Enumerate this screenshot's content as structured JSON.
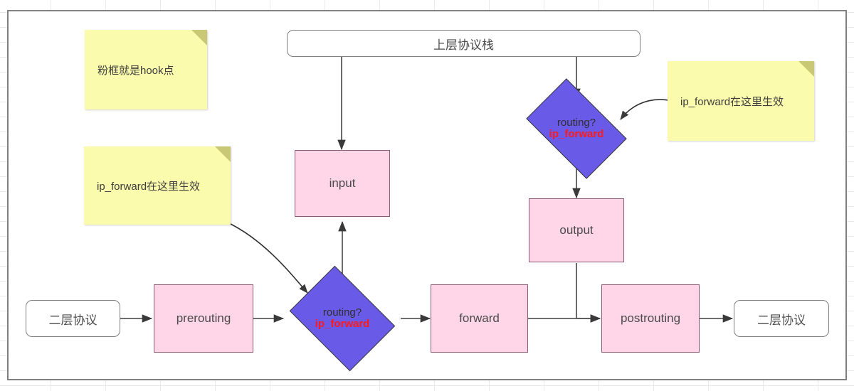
{
  "canvas": {
    "label": "flowchart-canvas"
  },
  "notes": [
    {
      "name": "note-hook-legend",
      "text": "粉框就是hook点"
    },
    {
      "name": "note-ipforward-left",
      "text": "ip_forward在这里生效"
    },
    {
      "name": "note-ipforward-right",
      "text": "ip_forward在这里生效"
    }
  ],
  "nodes": {
    "upper_stack": {
      "label": "上层协议栈"
    },
    "input": {
      "label": "input"
    },
    "output": {
      "label": "output"
    },
    "forward": {
      "label": "forward"
    },
    "prerouting": {
      "label": "prerouting"
    },
    "postrouting": {
      "label": "postrouting"
    },
    "l2_in": {
      "label": "二层协议"
    },
    "l2_out": {
      "label": "二层协议"
    },
    "routing_top": {
      "line1": "routing?",
      "line2": "ip_forward"
    },
    "routing_bottom": {
      "line1": "routing?",
      "line2": "ip_forward"
    }
  },
  "colors": {
    "hook_fill": "#ffd6e7",
    "hook_border": "#8a5b73",
    "decision_fill": "#6a5ae8",
    "note_fill": "#fbfbad",
    "note_fold": "#c9c975",
    "accent_red": "#ff1a1a",
    "line": "#5a5a5a",
    "canvas_border": "#808080"
  }
}
